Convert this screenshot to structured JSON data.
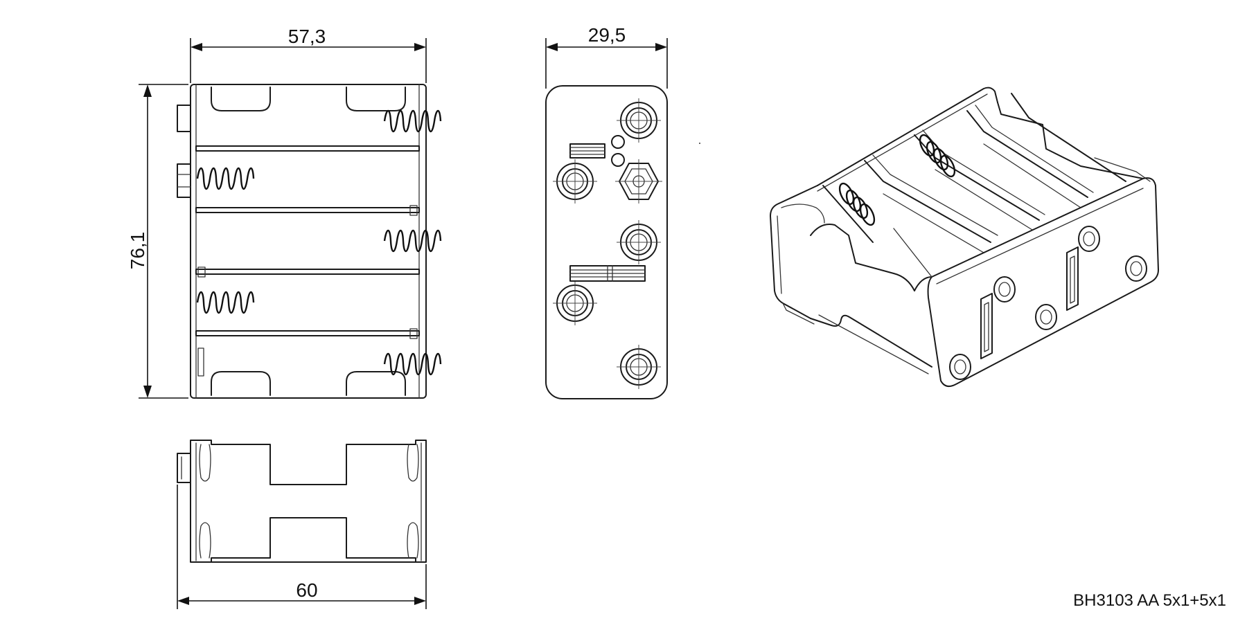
{
  "dimensions": {
    "top_width": "57,3",
    "end_width": "29,5",
    "height": "76,1",
    "bottom_width": "60"
  },
  "part_label": "BH3103 AA 5x1+5x1"
}
